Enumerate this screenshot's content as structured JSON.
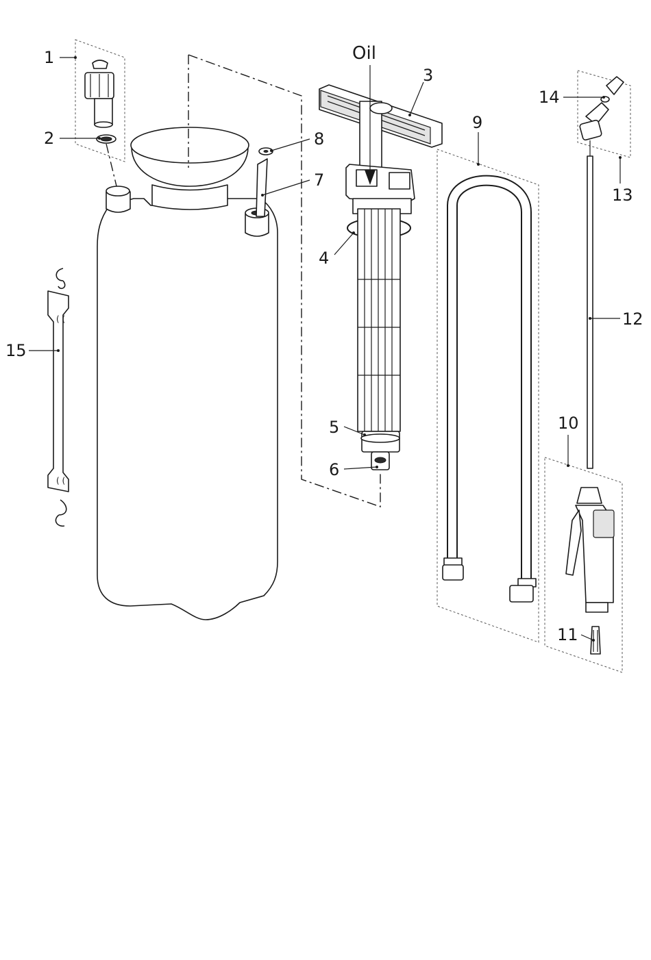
{
  "diagram": {
    "callouts": [
      {
        "id": "1",
        "text": "1"
      },
      {
        "id": "2",
        "text": "2"
      },
      {
        "id": "3",
        "text": "3"
      },
      {
        "id": "4",
        "text": "4"
      },
      {
        "id": "5",
        "text": "5"
      },
      {
        "id": "6",
        "text": "6"
      },
      {
        "id": "7",
        "text": "7"
      },
      {
        "id": "8",
        "text": "8"
      },
      {
        "id": "9",
        "text": "9"
      },
      {
        "id": "10",
        "text": "10"
      },
      {
        "id": "11",
        "text": "11"
      },
      {
        "id": "12",
        "text": "12"
      },
      {
        "id": "13",
        "text": "13"
      },
      {
        "id": "14",
        "text": "14"
      },
      {
        "id": "15",
        "text": "15"
      }
    ],
    "oil_label": "Oil"
  }
}
